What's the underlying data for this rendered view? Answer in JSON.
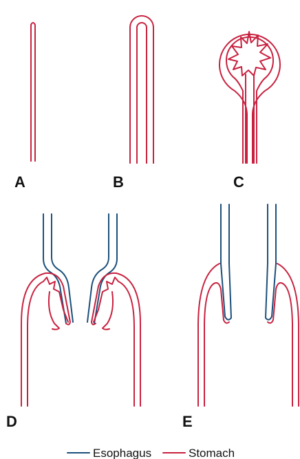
{
  "colors": {
    "esophagus": "#1b4f7a",
    "stomach": "#c8213f",
    "label": "#111111"
  },
  "panels": [
    {
      "id": "A",
      "label": "A"
    },
    {
      "id": "B",
      "label": "B"
    },
    {
      "id": "C",
      "label": "C"
    },
    {
      "id": "D",
      "label": "D"
    },
    {
      "id": "E",
      "label": "E"
    }
  ],
  "legend": {
    "esophagus": "Esophagus",
    "stomach": "Stomach"
  }
}
